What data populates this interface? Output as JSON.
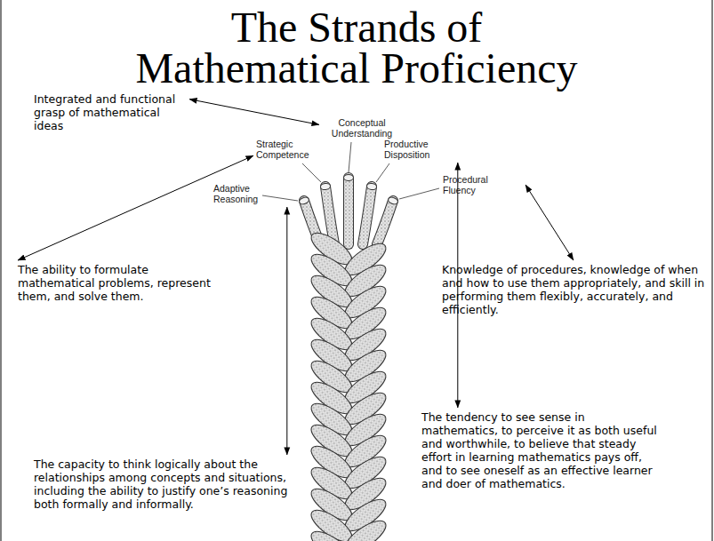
{
  "diagram": {
    "title": "The Strands of Mathematical Proficiency",
    "nodes": [
      {
        "text": [
          "Integrated and functional grasp of mathematical ideas"
        ]
      },
      {
        "text": [
          "Conceptual Understanding"
        ]
      },
      {
        "text": [
          "Strategic Competence"
        ]
      },
      {
        "text": [
          "Productive Disposition"
        ]
      },
      {
        "text": [
          "Adaptive Reasoning"
        ]
      },
      {
        "text": [
          "Procedural Fluency"
        ]
      },
      {
        "text": [
          "The ability to formulate mathematical problems, represent them, and solve them."
        ]
      },
      {
        "text": [
          "Knowledge of procedures, knowledge of when and how to use them appropriately, and skill in performing them flexibly, accurately, and efficiently."
        ]
      },
      {
        "text": [
          "The tendency to see sense in mathematics, to perceive it as both useful and worthwhile, to believe that steady effort in learning mathematics pays off, and to see oneself as an effective learner and doer of mathematics."
        ]
      },
      {
        "text": [
          "The capacity to think logically about the relationships among concepts and situations, including the ability to justify one’s reasoning both formally and informally."
        ]
      }
    ],
    "edges": [
      {
        "from": 1,
        "to": 0,
        "arrow": "both"
      },
      {
        "from": 2,
        "to": 6,
        "arrow": "both"
      },
      {
        "from": 3,
        "to": 8,
        "arrow": "both"
      },
      {
        "from": 4,
        "to": 9,
        "arrow": "both"
      },
      {
        "from": 5,
        "to": 7,
        "arrow": "both"
      }
    ]
  }
}
